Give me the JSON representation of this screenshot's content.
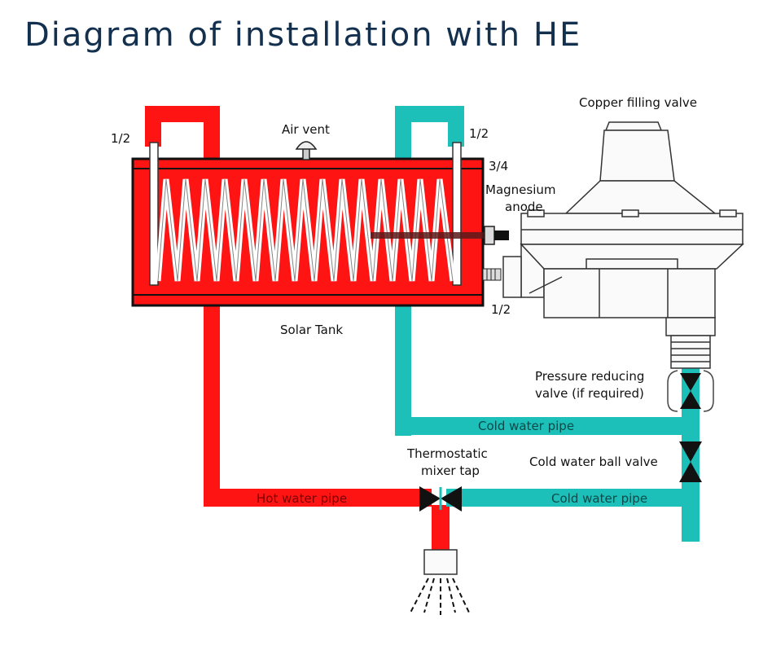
{
  "title": "Diagram of installation with HE",
  "colors": {
    "hot": "#ff1414",
    "cold": "#1dc0b8",
    "tank_outline": "#111111",
    "title": "#14304f"
  },
  "labels": {
    "air_vent": "Air vent",
    "copper_filling_valve": "Copper filling valve",
    "half_inch_left": "1/2",
    "half_inch_right": "1/2",
    "three_quarter": "3/4",
    "magnesium": "Magnesium",
    "anode": "anode",
    "half_inch_bottom": "1/2",
    "solar_tank": "Solar Tank",
    "pressure_reducing_1": "Pressure reducing",
    "pressure_reducing_2": "valve (if required)",
    "cold_water_pipe_upper": "Cold water pipe",
    "cold_water_ball_valve": "Cold water ball valve",
    "thermostatic_1": "Thermostatic",
    "thermostatic_2": "mixer tap",
    "hot_water_pipe": "Hot water pipe",
    "cold_water_pipe_lower": "Cold water pipe"
  }
}
